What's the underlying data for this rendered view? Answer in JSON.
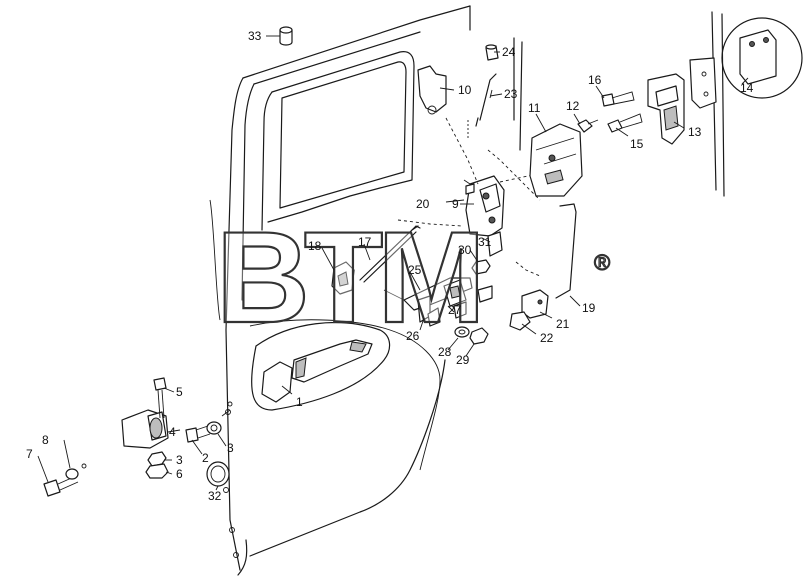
{
  "diagram": {
    "watermark": "BTM",
    "watermark_mark": "®",
    "callouts": [
      "1",
      "2",
      "3",
      "3",
      "4",
      "5",
      "6",
      "7",
      "8",
      "9",
      "10",
      "11",
      "12",
      "13",
      "14",
      "15",
      "16",
      "17",
      "18",
      "19",
      "20",
      "21",
      "22",
      "23",
      "24",
      "25",
      "26",
      "27",
      "28",
      "29",
      "30",
      "31",
      "32",
      "33"
    ]
  }
}
